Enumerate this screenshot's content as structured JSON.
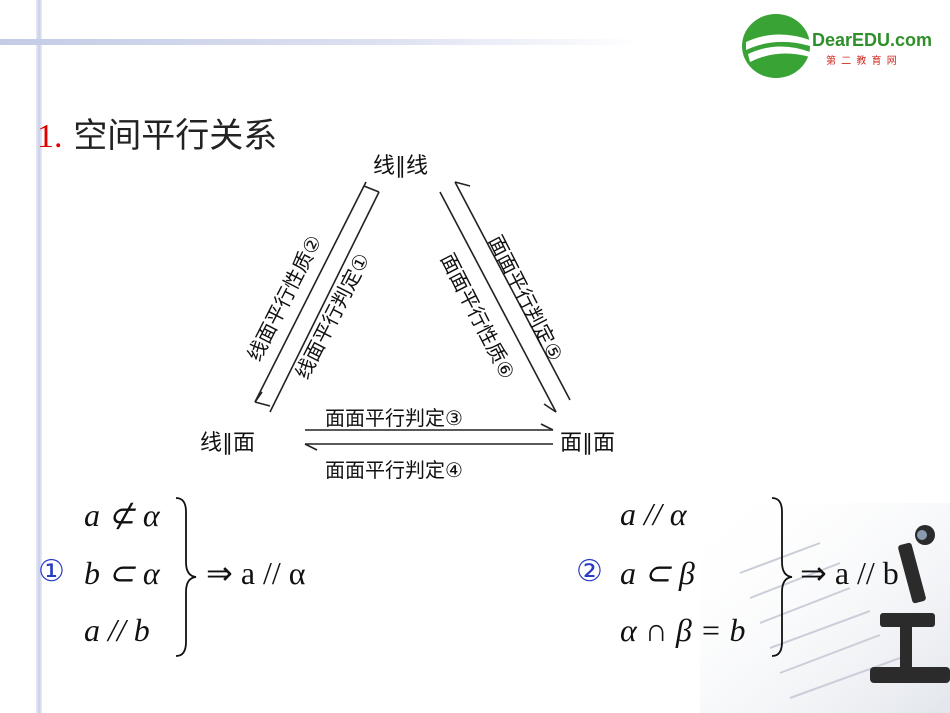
{
  "logo": {
    "text": "DearEDU.com",
    "subtext": "第 二 教 育 网"
  },
  "section": {
    "number": "1.",
    "title": "空间平行关系"
  },
  "diagram": {
    "top_node": "线∥线",
    "left_node": "线∥面",
    "right_node": "面∥面",
    "edges": {
      "left_outer": "线面平行性质②",
      "left_inner": "线面平行判定①",
      "right_inner": "面面平行性质⑥",
      "right_outer": "面面平行判定⑤",
      "bottom_top": "面面平行判定③",
      "bottom_bottom": "面面平行判定④"
    }
  },
  "theorem1": {
    "marker": "①",
    "lines": [
      "a ⊄ α",
      "b ⊂ α",
      "a // b"
    ],
    "result": "⇒  a // α"
  },
  "theorem2": {
    "marker": "②",
    "lines": [
      "a // α",
      "a ⊂ β",
      "α ∩ β = b"
    ],
    "result": "⇒  a // b"
  }
}
